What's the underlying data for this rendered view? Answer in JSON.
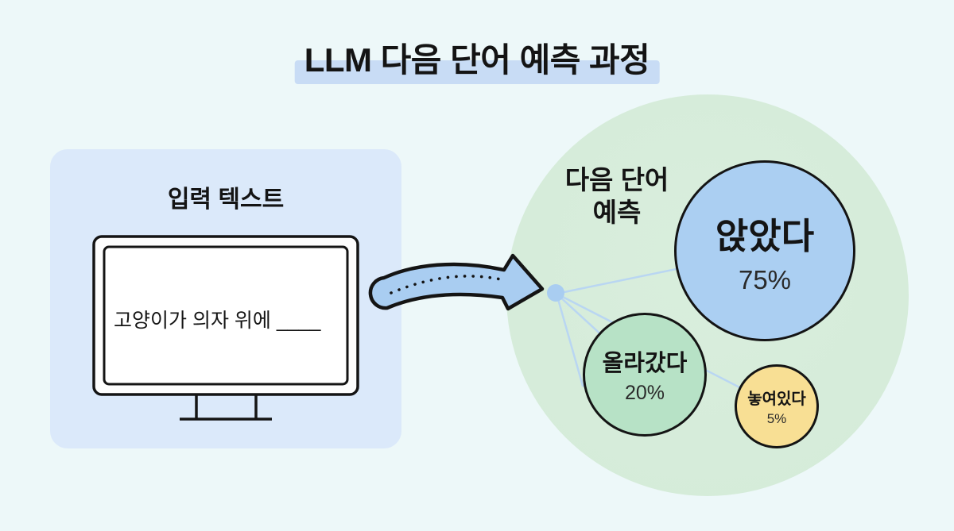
{
  "title": "LLM 다음 단어 예측 과정",
  "input_panel": {
    "label": "입력 텍스트",
    "screen_text": "고양이가 의자 위에 ____"
  },
  "prediction": {
    "label": "다음 단어\n예측",
    "candidates": [
      {
        "word": "앉았다",
        "probability": "75%",
        "color": "#abcff2"
      },
      {
        "word": "올라갔다",
        "probability": "20%",
        "color": "#b7e2c6"
      },
      {
        "word": "놓여있다",
        "probability": "5%",
        "color": "#f8df94"
      }
    ]
  },
  "colors": {
    "background": "#edf8f9",
    "panel": "#dbe9fa",
    "title_highlight": "#c8dcf5",
    "prediction_cloud": "#d6ecda",
    "arrow_fill": "#a9cdf1",
    "connector": "#b9d6f2",
    "outline": "#141414"
  }
}
